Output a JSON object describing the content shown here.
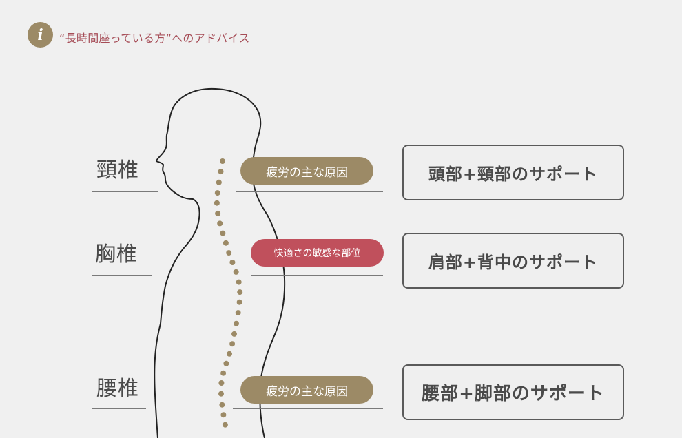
{
  "header": {
    "icon_glyph": "i",
    "title": "“長時間座っている方”へのアドバイス"
  },
  "regions": [
    {
      "id": "cervical",
      "label": "頸椎",
      "badge": "疲労の主な原因",
      "badge_color": "#9c8a66",
      "support": "頭部+頸部のサポート"
    },
    {
      "id": "thoracic",
      "label": "胸椎",
      "badge": "快適さの敏感な部位",
      "badge_color": "#c0505c",
      "support": "肩部+背中のサポート"
    },
    {
      "id": "lumbar",
      "label": "腰椎",
      "badge": "疲労の主な原因",
      "badge_color": "#9c8a66",
      "support": "腰部+脚部のサポート"
    }
  ],
  "colors": {
    "background": "#f0f0f0",
    "accent_gold": "#9c8a66",
    "accent_red": "#c0505c",
    "title_red": "#a64d57",
    "text_dark": "#4a4a4a",
    "outline": "#222222"
  }
}
